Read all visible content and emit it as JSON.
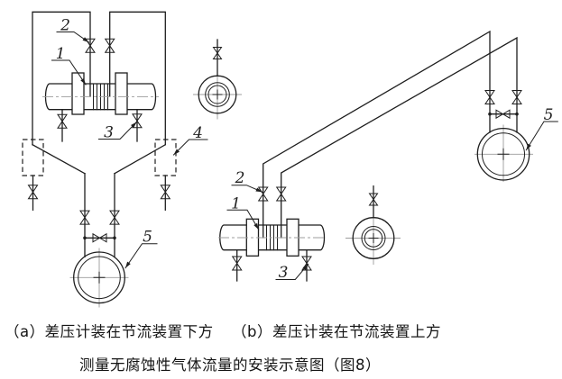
{
  "figure": {
    "caption_a": "（a）差压计装在节流装置下方",
    "caption_b": "（b）差压计装在节流装置上方",
    "title": "测量无腐蚀性气体流量的安装示意图（图8）"
  },
  "callouts": {
    "a1": "1",
    "a2": "2",
    "a3": "3",
    "a4": "4",
    "a5": "5",
    "b1": "1",
    "b2": "2",
    "b3": "3",
    "b5": "5"
  },
  "colors": {
    "line": "#1e1e1e",
    "centerline": "#9c9c9c",
    "background": "#ffffff",
    "text": "#151515"
  }
}
